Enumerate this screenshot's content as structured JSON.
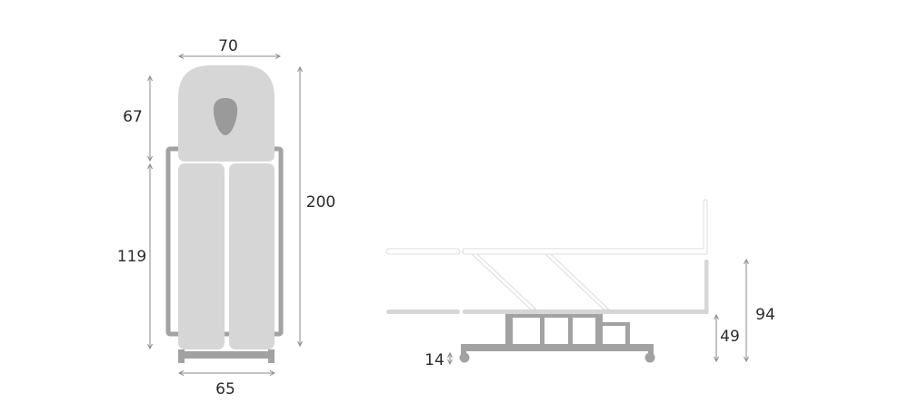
{
  "colors": {
    "cushion": "#d6d6d6",
    "frame": "#a2a2a2",
    "hole": "#9a9a9a",
    "text": "#2a2a2a",
    "dim_line": "#8a8a8a"
  },
  "top_view": {
    "width_head": "70",
    "width_base": "65",
    "head_length": "67",
    "body_length": "119",
    "total_length": "200"
  },
  "side_view": {
    "wheel_height": "14",
    "min_height": "49",
    "max_height": "94"
  }
}
